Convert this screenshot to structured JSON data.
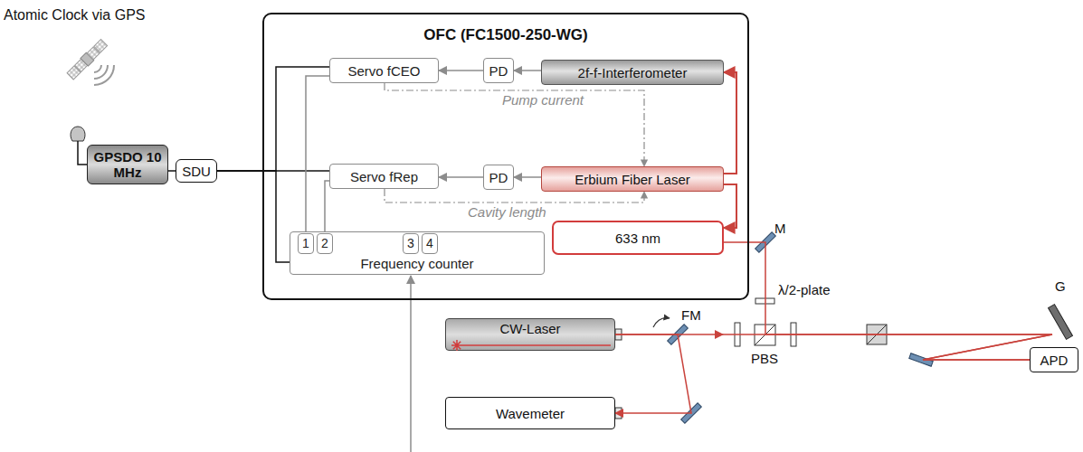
{
  "diagram": {
    "nodes": [
      {
        "text": [
          "OFC (FC1500-250-WG)"
        ]
      },
      {
        "text": [
          "Servo fCEO"
        ],
        "in": 0
      },
      {
        "text": [
          "PD"
        ],
        "in": 0
      },
      {
        "text": [
          "2f-f-Interferometer"
        ],
        "in": 0
      },
      {
        "text": [
          "Servo fRep"
        ],
        "in": 0
      },
      {
        "text": [
          "PD"
        ],
        "in": 0
      },
      {
        "text": [
          "Erbium Fiber Laser"
        ],
        "in": 0
      },
      {
        "text": [
          "Frequency counter"
        ],
        "in": 0
      },
      {
        "text": [
          "1"
        ],
        "in": 7
      },
      {
        "text": [
          "2"
        ],
        "in": 7
      },
      {
        "text": [
          "3"
        ],
        "in": 7
      },
      {
        "text": [
          "4"
        ],
        "in": 7
      },
      {
        "text": [
          "633 nm"
        ],
        "in": 0
      },
      {
        "text": [
          "GPSDO 10 MHz"
        ]
      },
      {
        "text": [
          "SDU"
        ]
      },
      {
        "text": [
          "CW-Laser"
        ]
      },
      {
        "text": [
          "Wavemeter"
        ]
      },
      {
        "text": [
          "APD"
        ]
      }
    ],
    "edges": [
      {
        "from": 3,
        "to": 2,
        "arrow": "to"
      },
      {
        "from": 2,
        "to": 1,
        "arrow": "to"
      },
      {
        "from": 6,
        "to": 5,
        "arrow": "to"
      },
      {
        "from": 5,
        "to": 4,
        "arrow": "to"
      },
      {
        "from": 6,
        "to": 3,
        "arrow": "to"
      },
      {
        "from": 6,
        "to": 12,
        "arrow": "to"
      },
      {
        "from": 1,
        "to": 6,
        "label": "Pump current",
        "arrow": "to"
      },
      {
        "from": 4,
        "to": 6,
        "label": "Cavity length",
        "arrow": "to"
      },
      {
        "from": 13,
        "to": 14,
        "arrow": "none"
      },
      {
        "from": 14,
        "to": 1,
        "arrow": "none"
      },
      {
        "from": 14,
        "to": 4,
        "arrow": "none"
      },
      {
        "from": 14,
        "to": 7,
        "arrow": "none"
      },
      {
        "from": 8,
        "to": 1,
        "arrow": "none"
      },
      {
        "from": 9,
        "to": 4,
        "arrow": "none"
      },
      {
        "from": 15,
        "to": 17,
        "arrow": "none"
      },
      {
        "from": 15,
        "to": 16,
        "arrow": "to"
      },
      {
        "from": 12,
        "to": 17,
        "arrow": "none"
      }
    ],
    "labels": [
      "Atomic Clock via GPS",
      "M",
      "λ/2-plate",
      "FM",
      "PBS",
      "G"
    ]
  }
}
